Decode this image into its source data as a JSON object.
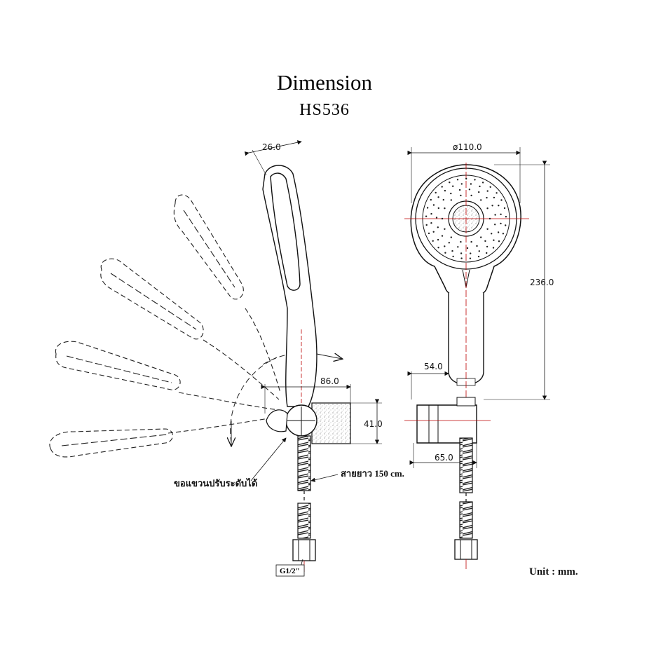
{
  "title": "Dimension",
  "model": "HS536",
  "dimensions": {
    "head_width": "26.0",
    "holder_depth": "86.0",
    "holder_height": "41.0",
    "face_diameter": "ø110.0",
    "total_length": "236.0",
    "handle_offset": "54.0",
    "bracket_width": "65.0"
  },
  "labels": {
    "adjustable_arm": "ขอแขวนปรับระดับได้",
    "hose_length": "สายยาว 150  cm.",
    "thread": "G1/2\"",
    "unit": "Unit : mm."
  }
}
